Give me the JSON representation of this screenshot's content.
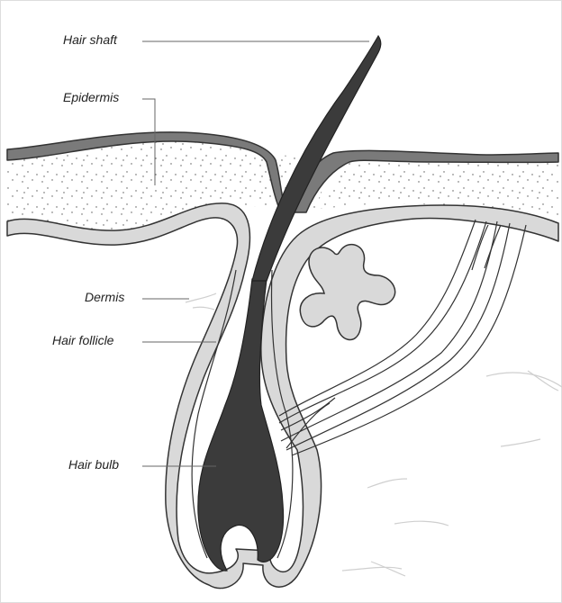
{
  "labels": {
    "hair_shaft": "Hair shaft",
    "epidermis": "Epidermis",
    "dermis": "Dermis",
    "hair_follicle": "Hair follicle",
    "hair_bulb": "Hair bulb"
  },
  "colors": {
    "epidermis_top": "#7a7a7a",
    "outline": "#333333",
    "dermis_band": "#d9d9d9",
    "hair": "#3b3b3b",
    "leader_line": "#666666",
    "fiber_marks": "#cfcfcf"
  }
}
